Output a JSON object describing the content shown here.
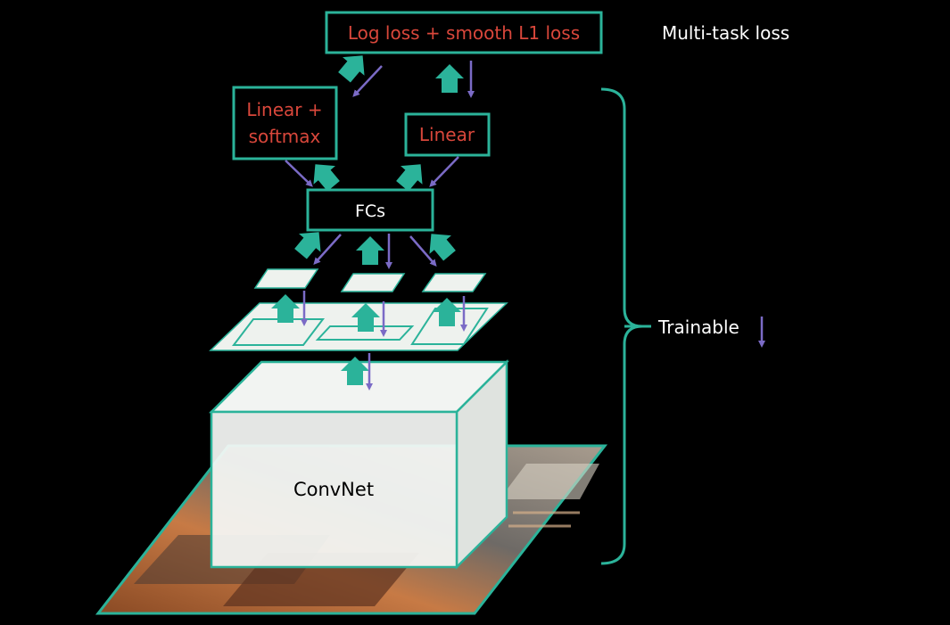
{
  "loss_box": {
    "label": "Log loss + smooth L1 loss"
  },
  "multitask_label": "Multi-task loss",
  "softmax_box": {
    "line1": "Linear +",
    "line2": "softmax"
  },
  "linear_box": {
    "label": "Linear"
  },
  "fcs_box": {
    "label": "FCs"
  },
  "convnet_label": "ConvNet",
  "trainable_label": "Trainable",
  "colors": {
    "background": "#000000",
    "box_border": "#2bb39a",
    "arrow_up": "#2bb39a",
    "arrow_down": "#7b6bc6",
    "red_text": "#d9473b",
    "white_text": "#ffffff",
    "black_text": "#000000",
    "plane_fill": "#eef2ee"
  },
  "icons": {
    "up_arrow": "thick-teal-up-arrow",
    "down_arrow": "thin-purple-down-arrow"
  }
}
